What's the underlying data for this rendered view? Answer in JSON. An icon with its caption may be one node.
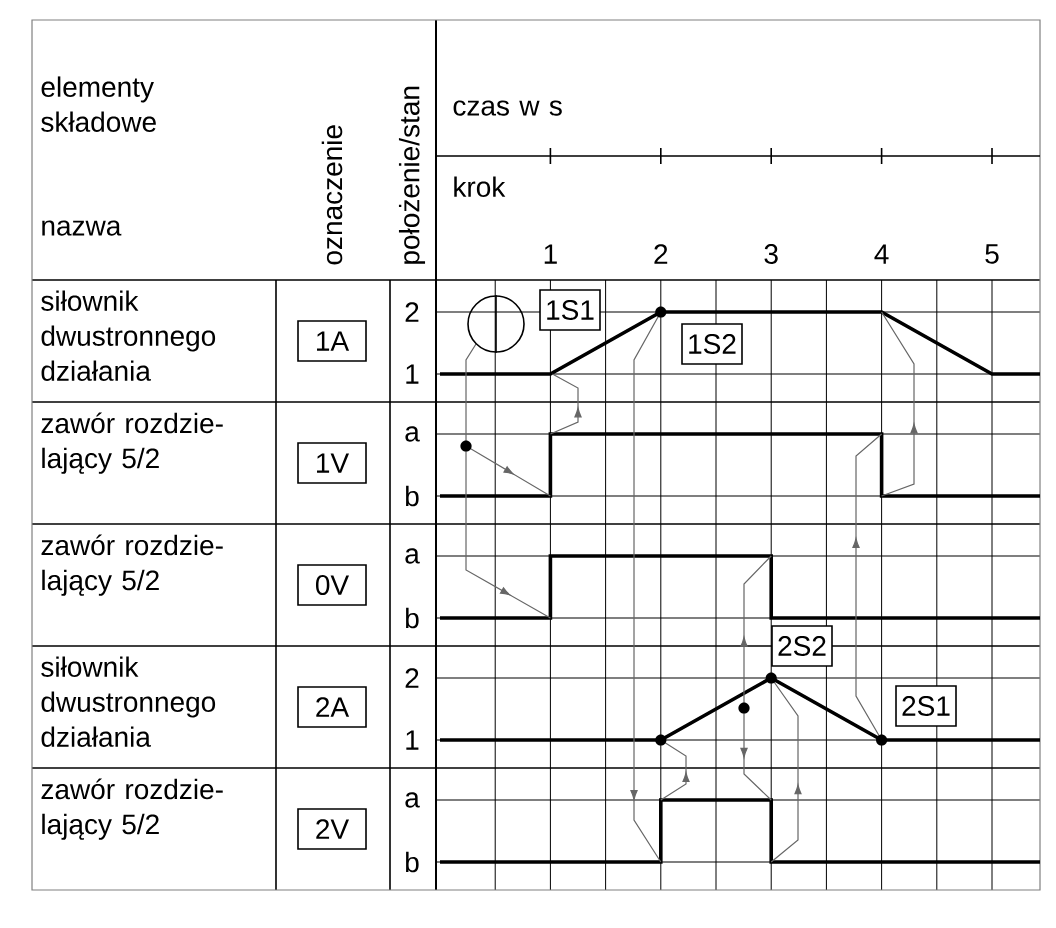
{
  "diagram": {
    "nodes": [
      {
        "text": [
          "1A"
        ]
      },
      {
        "text": [],
        "shape": "circle"
      },
      {
        "text": [
          "1S1"
        ]
      },
      {
        "text": [
          "1S2"
        ]
      },
      {
        "text": [
          "1V"
        ]
      },
      {
        "text": [
          "0V"
        ]
      },
      {
        "text": [
          "2A"
        ]
      },
      {
        "text": [
          "2S2"
        ]
      },
      {
        "text": [
          "2S1"
        ]
      },
      {
        "text": [
          "2V"
        ]
      }
    ],
    "labels": [
      "elementy składowe",
      "nazwa",
      "oznaczenie",
      "położenie/stan",
      "czas w s",
      "krok",
      "1",
      "2",
      "3",
      "4",
      "5",
      "siłownik dwustronnego działania",
      "2",
      "1",
      "zawór rozdzie- lający 5/2",
      "a",
      "b",
      "zawór rozdzie- lający 5/2",
      "a",
      "b",
      "siłownik dwustronnego działania",
      "2",
      "1",
      "zawór rozdzie- lający 5/2",
      "a",
      "b"
    ]
  }
}
